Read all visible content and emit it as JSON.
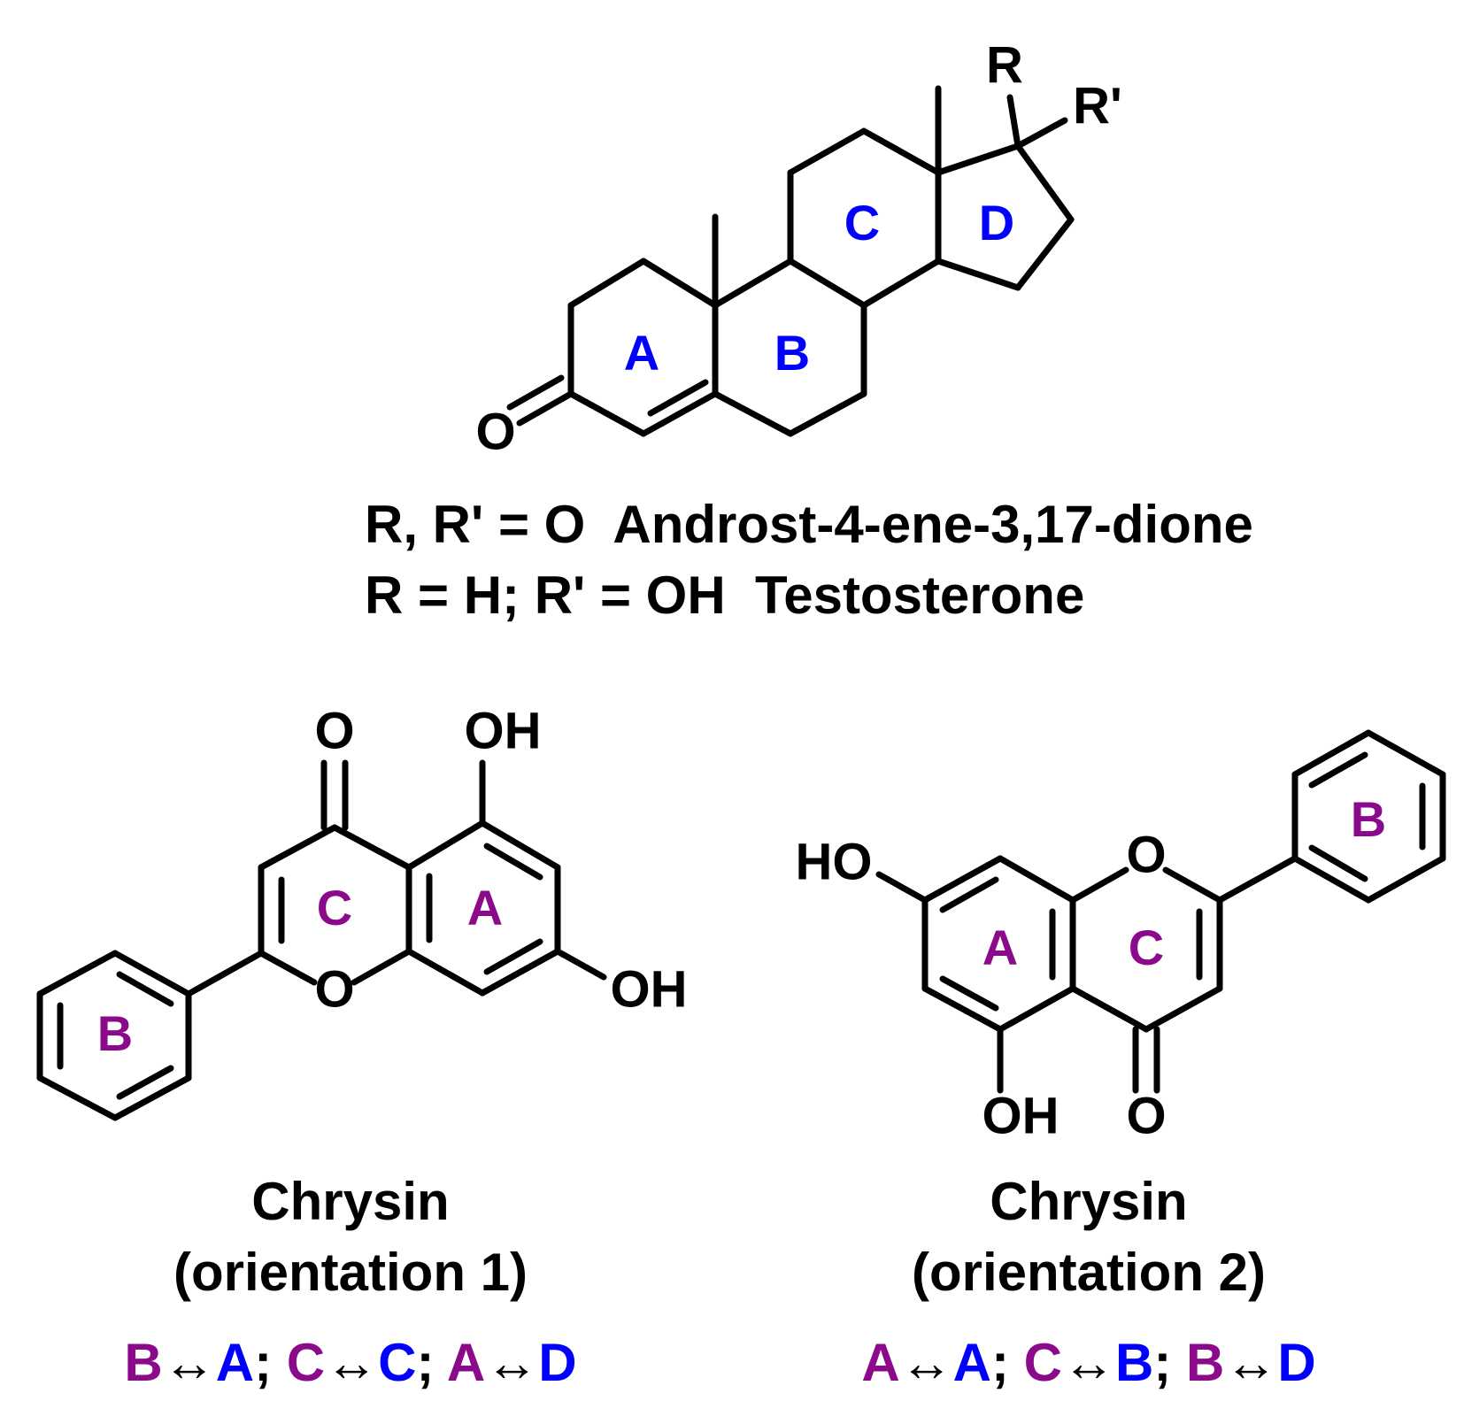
{
  "colors": {
    "bond": "#000000",
    "steroid_ring_label": "#0000ff",
    "chrysin_ring_label": "#8b0a8b",
    "text": "#000000"
  },
  "steroid": {
    "atoms": {
      "oxo": "O",
      "r": "R",
      "r_prime": "R'"
    },
    "rings": {
      "a": "A",
      "b": "B",
      "c": "C",
      "d": "D"
    },
    "caption_line1": "R, R' = O  Androst-4-ene-3,17-dione",
    "caption_line2": "R = H; R' = OH  Testosterone"
  },
  "chrysin1": {
    "atoms": {
      "carbonyl_o": "O",
      "oh_top": "OH",
      "ring_o": "O",
      "oh_right": "OH"
    },
    "rings": {
      "a": "A",
      "b": "B",
      "c": "C"
    },
    "title": "Chrysin",
    "subtitle": "(orientation 1)",
    "mapping": [
      {
        "chrysin_ring": "B",
        "arrow": "↔",
        "steroid_ring": "A",
        "sep": "; "
      },
      {
        "chrysin_ring": "C",
        "arrow": "↔",
        "steroid_ring": "C",
        "sep": "; "
      },
      {
        "chrysin_ring": "A",
        "arrow": "↔",
        "steroid_ring": "D",
        "sep": ""
      }
    ]
  },
  "chrysin2": {
    "atoms": {
      "ho": "HO",
      "ring_o": "O",
      "oh_bottom": "OH",
      "carbonyl_o": "O"
    },
    "rings": {
      "a": "A",
      "b": "B",
      "c": "C"
    },
    "title": "Chrysin",
    "subtitle": "(orientation 2)",
    "mapping": [
      {
        "chrysin_ring": "A",
        "arrow": "↔",
        "steroid_ring": "A",
        "sep": "; "
      },
      {
        "chrysin_ring": "C",
        "arrow": "↔",
        "steroid_ring": "B",
        "sep": "; "
      },
      {
        "chrysin_ring": "B",
        "arrow": "↔",
        "steroid_ring": "D",
        "sep": ""
      }
    ]
  }
}
